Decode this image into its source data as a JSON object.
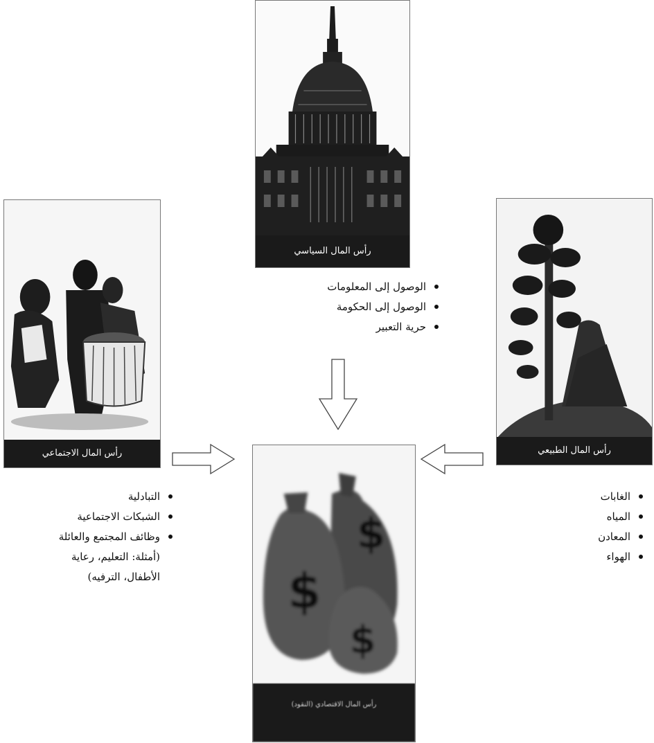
{
  "panels": {
    "political": {
      "caption": "رأس المال السياسي",
      "image": "capitol-building"
    },
    "social": {
      "caption": "رأس المال الاجتماعي",
      "image": "people-gathering"
    },
    "natural": {
      "caption": "رأس المال الطبيعي",
      "image": "pine-tree"
    },
    "economic": {
      "caption": "رأس المال الاقتصادي (النقود)",
      "image": "money-bags"
    }
  },
  "lists": {
    "political": [
      "الوصول إلى المعلومات",
      "الوصول إلى الحكومة",
      "حرية التعبير"
    ],
    "social": [
      "التبادلية",
      "الشبكات الاجتماعية",
      "وظائف المجتمع والعائلة",
      "(أمثلة: التعليم، رعاية",
      "الأطفال، الترفيه)"
    ],
    "natural": [
      "الغابات",
      "المياه",
      "المعادن",
      "الهواء"
    ]
  },
  "icons": {
    "arrows": [
      "down-arrow-icon",
      "right-arrow-icon",
      "left-arrow-icon"
    ],
    "bullet": "bullet-dot"
  }
}
